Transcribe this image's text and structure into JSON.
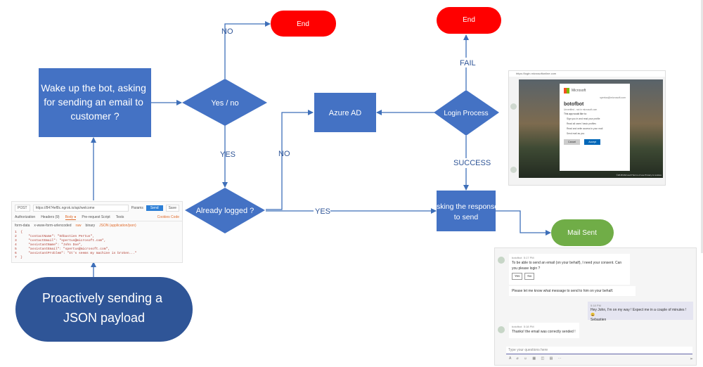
{
  "nodes": {
    "wake": {
      "lines": [
        "Wake up the bot, asking",
        "for sending an email to",
        "customer ?"
      ]
    },
    "decision_yesno": {
      "label": "Yes / no"
    },
    "end_top": {
      "label": "End"
    },
    "end_right": {
      "label": "End"
    },
    "azure_ad": {
      "label": "Azure AD"
    },
    "login_process": {
      "label": "Login Process"
    },
    "already_logged": {
      "label": "Already logged ?"
    },
    "asking_response": {
      "lines": [
        "Asking the response",
        "to send"
      ]
    },
    "mail_sent": {
      "label": "Mail Sent"
    },
    "proactive": {
      "lines": [
        "Proactively sending a",
        "JSON payload"
      ]
    }
  },
  "edges": {
    "no_top": "NO",
    "yes_down": "YES",
    "no_left": "NO",
    "yes_mid": "YES",
    "fail": "FAIL",
    "success": "SUCCESS"
  },
  "postman": {
    "method": "POST",
    "url": "https://8474ef8c.ngrok.io/api/welcome",
    "params": "Params",
    "send": "Send",
    "save": "Save",
    "tabs": [
      "Authorization",
      "Headers (9)",
      "Body ●",
      "Pre-request Script",
      "Tests"
    ],
    "cookies": "Cookies  Code",
    "options": [
      "form-data",
      "x-www-form-urlencoded",
      "raw",
      "binary",
      "JSON (application/json)"
    ],
    "code": [
      "1  {",
      "2      \"contactName\": \"Sébastien Pertus\",",
      "3      \"contactEmail\": \"spertus@microsoft.com\",",
      "4      \"assistantName\": \"John Doe\",",
      "5      \"assistantEmail\": \"spertus@microsoft.com\",",
      "6      \"assistantProblem\": \"It's seems my machine is broken...\"",
      "7  }"
    ]
  },
  "auth": {
    "browser_url": "https://login.microsoftonline.com",
    "brand": "Microsoft",
    "email": "spertus@microsoft.com",
    "app": "botofbot",
    "publisher": "Unverified - not in microsoft.com",
    "need": "This app would like to:",
    "permissions": [
      "Sign you in and read your profile",
      "Read all users' basic profiles",
      "Read and write access to your mail",
      "Send mail as you"
    ],
    "cancel": "Cancel",
    "accept": "Accept",
    "footer": "©2018 Microsoft   Terms of use   Privacy & cookies"
  },
  "chat": {
    "bot_name": "botofbot",
    "t1": "5:17 PM",
    "msg1": "To be able to send an email (on your behalf), I need your consent. Can you please login ?",
    "yes": "Yes",
    "no": "No",
    "msg2": "Please let me know what message to send to him on your behalf.",
    "t_me": "5:18 PM",
    "msg_me": "Hey John, I'm on my way ! Expect me in a couple of minutes ! 😀",
    "msg_me2": "Sebastien",
    "t3": "5:18 PM",
    "msg3": "Thanks! the email was correctly sended !",
    "compose_placeholder": "Type your questions here",
    "toolbar": "A  ⌀  ☺  ▦  ◫  ▤  ⋯",
    "send": "➢"
  },
  "colors": {
    "box_blue": "#4472c4",
    "end_red": "#ff0000",
    "green": "#70ad47",
    "arrow": "#2f5597",
    "proactive": "#2f5597"
  }
}
